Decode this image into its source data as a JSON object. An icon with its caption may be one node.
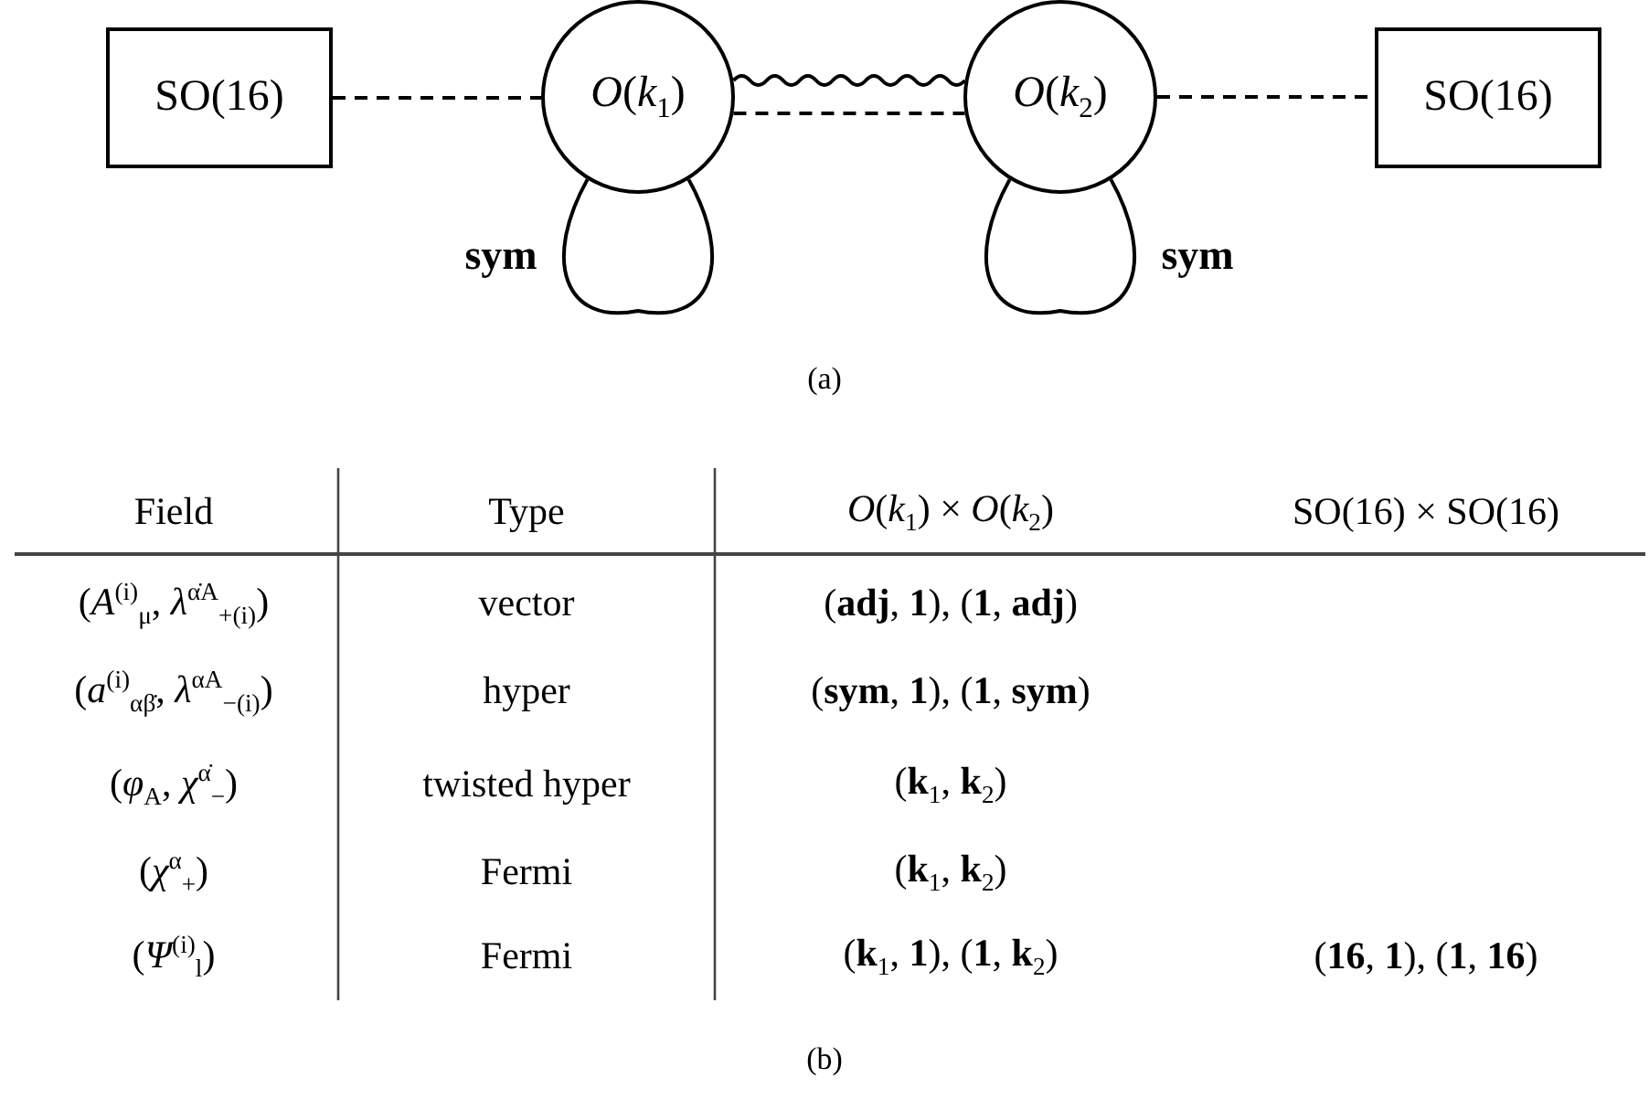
{
  "diagram": {
    "nodes": [
      {
        "text": [
          "SO(16)"
        ]
      },
      {
        "text": [
          "*O*(*k*$_{1}$)"
        ]
      },
      {
        "text": [
          "*O*(*k*$_{2}$)"
        ]
      },
      {
        "text": [
          "SO(16)"
        ]
      }
    ],
    "edges": [
      {
        "from": 0,
        "to": 1,
        "arrow": "none",
        "style": "dashed"
      },
      {
        "from": 1,
        "to": 1,
        "arrow": "none",
        "label": "sym"
      },
      {
        "from": 1,
        "to": 2,
        "arrow": "none"
      },
      {
        "from": 1,
        "to": 2,
        "arrow": "none",
        "style": "dashed"
      },
      {
        "from": 2,
        "to": 3,
        "arrow": "none",
        "style": "dashed"
      },
      {
        "from": 2,
        "to": 2,
        "arrow": "none",
        "label": "sym"
      }
    ],
    "labels": [
      "(a)",
      "Field",
      "Type",
      "*O*(*k*$_{1}$) × *O*(*k*$_{2}$)",
      "SO(16) × SO(16)",
      "(*A*$^{(i)}$$_{μ}$, *λ*$^{α̇A}$$_{+(i)}$)",
      "vector",
      "(**adj**, **1**), (**1**, **adj**)",
      "(*a*$^{(i)}$$_{αβ̇}$, *λ*$^{αA}$$_{−(i)}$)",
      "hyper",
      "(**sym**, **1**), (**1**, **sym**)",
      "(*φ*$_{A}$, *χ*$^{α̇}$$_{−}$)",
      "twisted hyper",
      "(**k**$_{1}$, **k**$_{2}$)",
      "(*χ*$^{α}$$_{+}$)",
      "Fermi",
      "(**k**$_{1}$, **k**$_{2}$)",
      "(*Ψ*$^{(i)}$$_{l}$)",
      "Fermi",
      "(**k**$_{1}$, **1**), (**1**, **k**$_{2}$)",
      "(**16**, **1**), (**1**, **16**)",
      "(b)"
    ]
  }
}
